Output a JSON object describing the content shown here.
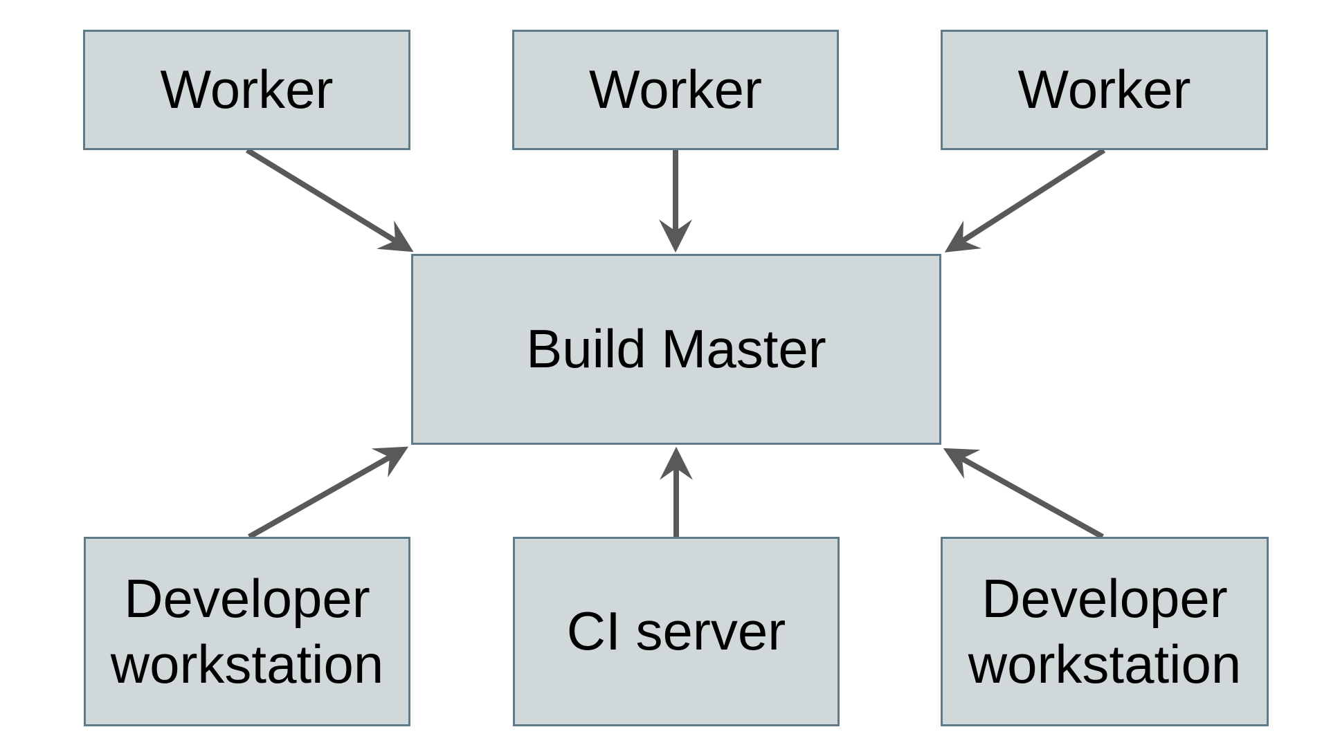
{
  "diagram": {
    "type": "architecture-diagram",
    "nodes": {
      "worker1": {
        "label": "Worker"
      },
      "worker2": {
        "label": "Worker"
      },
      "worker3": {
        "label": "Worker"
      },
      "build_master": {
        "label": "Build Master"
      },
      "dev_left": {
        "label": "Developer workstation"
      },
      "ci_server": {
        "label": "CI server"
      },
      "dev_right": {
        "label": "Developer workstation"
      }
    },
    "edges": [
      {
        "from": "worker1",
        "to": "build_master"
      },
      {
        "from": "worker2",
        "to": "build_master"
      },
      {
        "from": "worker3",
        "to": "build_master"
      },
      {
        "from": "dev_left",
        "to": "build_master"
      },
      {
        "from": "ci_server",
        "to": "build_master"
      },
      {
        "from": "dev_right",
        "to": "build_master"
      }
    ]
  },
  "colors": {
    "background": "#ffffff",
    "node-fill": "#d0d8da",
    "node-border": "#5f7a88",
    "arrow": "#595959",
    "text": "#000000"
  }
}
